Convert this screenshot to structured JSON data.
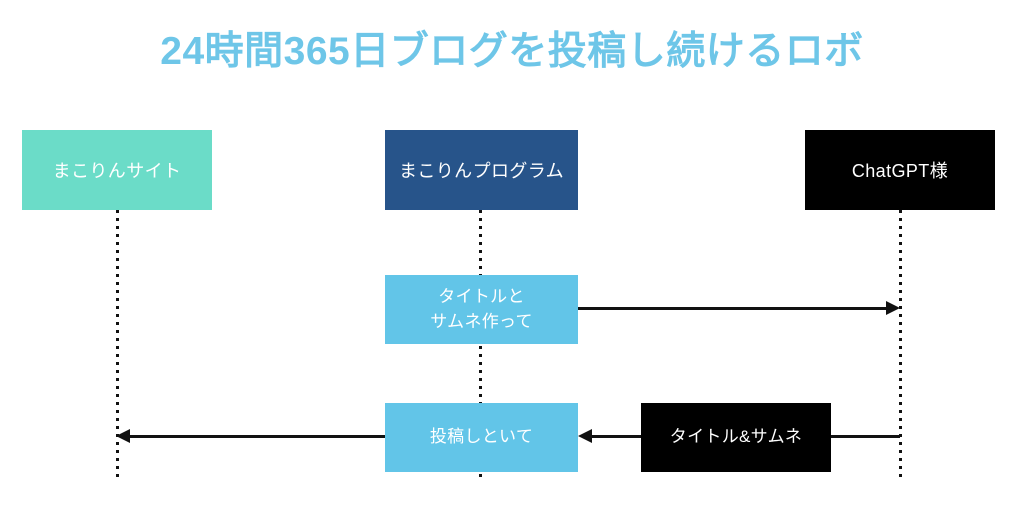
{
  "page": {
    "title": "24時間365日ブログを投稿し続けるロボ",
    "background_color": "#FFFFFF"
  },
  "colors": {
    "title_blue": "#6EC6E8",
    "actor_site_teal": "#6BDCC8",
    "actor_program_navy": "#27548A",
    "actor_gpt_black": "#000000",
    "message_blue": "#62C5E8",
    "message_black": "#000000",
    "line_black": "#111111"
  },
  "diagram": {
    "type": "sequence-diagram",
    "actors": [
      {
        "id": "site",
        "label": "まこりんサイト",
        "color": "#6BDCC8",
        "text_color": "#FFFFFF"
      },
      {
        "id": "program",
        "label": "まこりんプログラム",
        "color": "#27548A",
        "text_color": "#FFFFFF"
      },
      {
        "id": "gpt",
        "label": "ChatGPT様",
        "color": "#000000",
        "text_color": "#FFFFFF"
      }
    ],
    "messages": [
      {
        "id": "msg-title-thumb-request",
        "lines": [
          "タイトルと",
          "サムネ作って"
        ],
        "line1": "タイトルと",
        "line2": "サムネ作って",
        "color": "#62C5E8",
        "from": "program",
        "to": "gpt",
        "direction": "right"
      },
      {
        "id": "msg-title-thumb-result",
        "lines": [
          "タイトル&サムネ"
        ],
        "line1": "タイトル&サムネ",
        "color": "#000000",
        "from": "gpt",
        "to": "program",
        "direction": "left"
      },
      {
        "id": "msg-post-request",
        "lines": [
          "投稿しといて"
        ],
        "line1": "投稿しといて",
        "color": "#62C5E8",
        "from": "program",
        "to": "site",
        "direction": "left"
      }
    ]
  }
}
